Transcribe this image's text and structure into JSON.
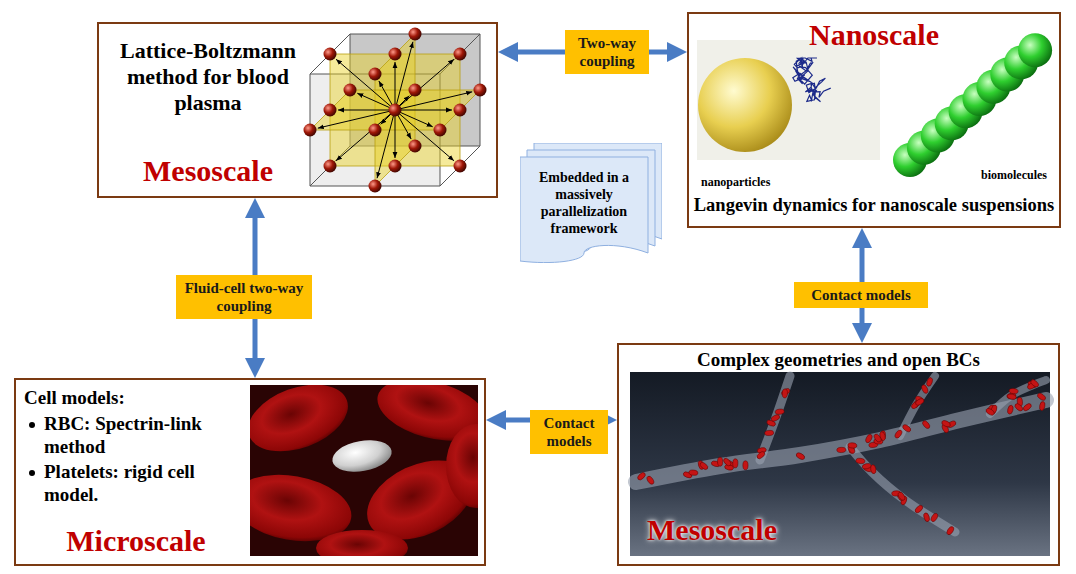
{
  "diagram": {
    "nodes": [
      {
        "text": [
          "Lattice-Boltzmann method for blood plasma",
          "Mesoscale"
        ]
      },
      {
        "text": [
          "Nanoscale",
          "nanoparticles",
          "biomolecules",
          "Langevin dynamics for nanoscale suspensions"
        ]
      },
      {
        "text": [
          "Cell models:",
          "RBC: Spectrin-link method",
          "Platelets: rigid cell model.",
          "Microscale"
        ]
      },
      {
        "text": [
          "Complex geometries and open BCs",
          "Mesoscale"
        ]
      },
      {
        "text": [
          "Embedded in a massively parallelization framework"
        ]
      }
    ],
    "edges": [
      {
        "from": 0,
        "to": 1,
        "arrow": "both",
        "label": "Two-way coupling"
      },
      {
        "from": 0,
        "to": 2,
        "arrow": "both",
        "label": "Fluid-cell two-way coupling"
      },
      {
        "from": 1,
        "to": 3,
        "arrow": "both",
        "label": "Contact models"
      },
      {
        "from": 2,
        "to": 3,
        "arrow": "both",
        "label": "Contact models"
      }
    ]
  }
}
